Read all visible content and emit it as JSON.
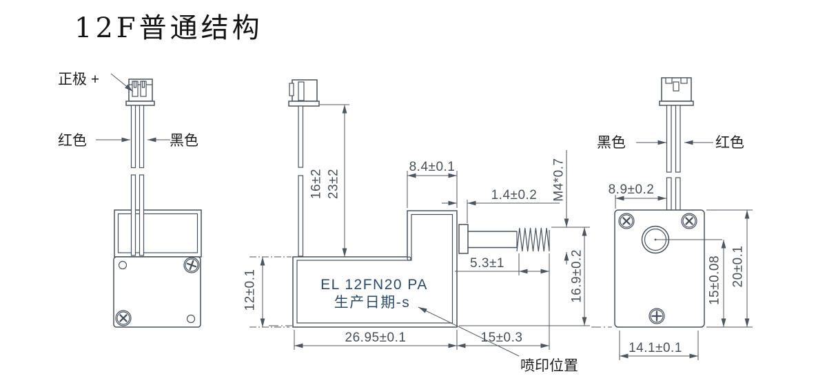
{
  "title": "12F普通结构",
  "colors": {
    "line": "#46505a",
    "dim": "#4d565e",
    "dimtext": "#474f57",
    "text": "#1d1d1f",
    "marking": "#2b4a68",
    "bg": "#ffffff"
  },
  "front_view": {
    "positive_label": "正极 +",
    "red_label": "红色",
    "black_label": "黑色"
  },
  "side_view": {
    "dim_wire_free": "16±2",
    "dim_wire_total": "23±2",
    "dim_step_width": "8.4±0.1",
    "dim_collar": "1.4±0.2",
    "dim_thread_spec": "M4*0.7",
    "dim_thread_len": "5.3±1",
    "dim_body_height": "12±0.1",
    "dim_shaft_top": "16.9±0.2",
    "dim_body_len": "26.95±0.1",
    "dim_shaft_len": "15±0.3",
    "marking_line1": "EL 12FN20 PA",
    "marking_line2": "生产日期-s",
    "print_position_label": "喷印位置"
  },
  "rear_view": {
    "black_label": "黑色",
    "red_label": "红色",
    "dim_wire_offset": "8.9±0.2",
    "dim_hole_to_bottom": "15±0.08",
    "dim_height": "20±0.1",
    "dim_width": "14.1±0.1"
  }
}
